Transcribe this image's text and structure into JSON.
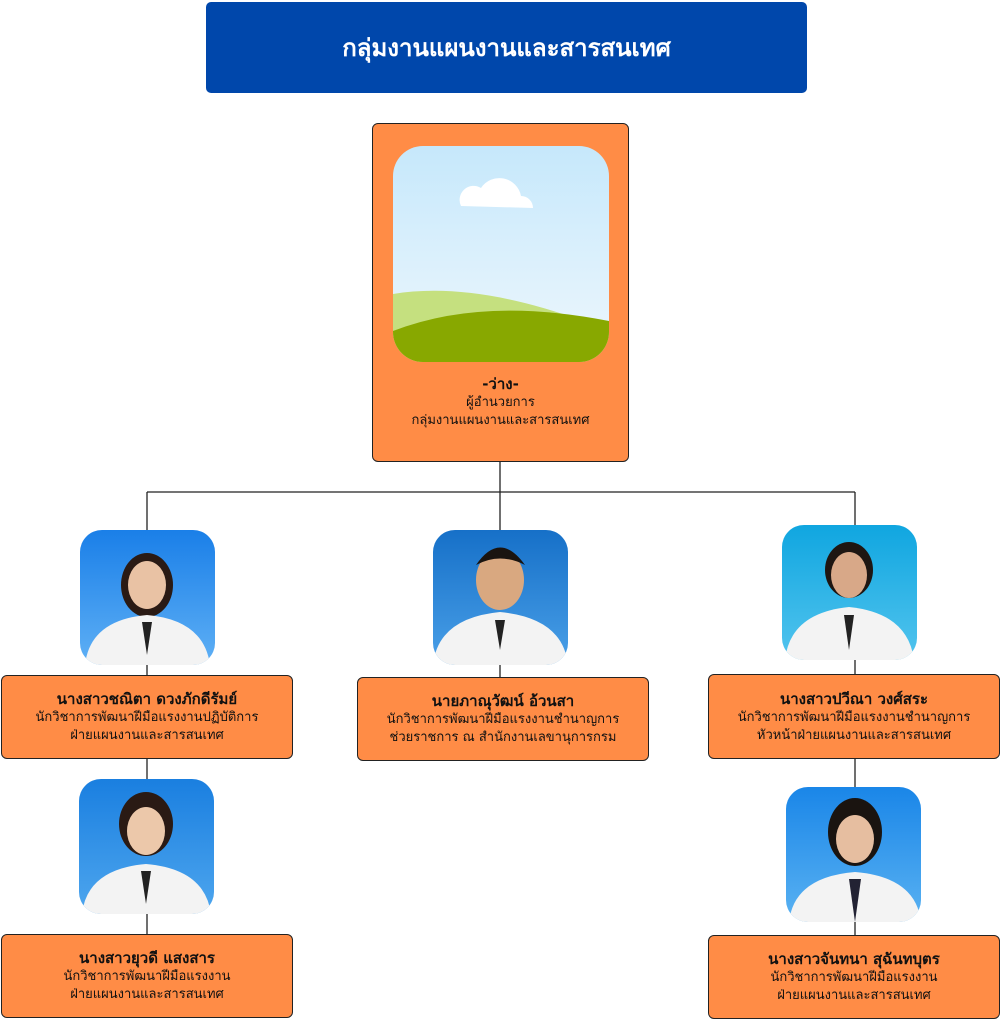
{
  "title": "กลุ่มงานแผนงานและสารสนเทศ",
  "head": {
    "name": "-ว่าง-",
    "position": "ผู้อำนวยการ",
    "unit": "กลุ่มงานแผนงานและสารสนเทศ",
    "photo_icon": "image-placeholder-icon"
  },
  "staff": [
    {
      "name": "นางสาวชณิตา ดวงภักดีรัมย์",
      "position": "นักวิชาการพัฒนาฝีมือแรงงานปฏิบัติการ",
      "unit": "ฝ่ายแผนงานและสารสนเทศ"
    },
    {
      "name": "นายภาณุวัฒน์ อ้วนสา",
      "position": "นักวิชาการพัฒนาฝีมือแรงงานชำนาญการ",
      "unit": "ช่วยราชการ ณ สำนักงานเลขานุการกรม"
    },
    {
      "name": "นางสาวปวีณา วงศ์สระ",
      "position": "นักวิชาการพัฒนาฝีมือแรงงานชำนาญการ",
      "unit": "หัวหน้าฝ่ายแผนงานและสารสนเทศ"
    },
    {
      "name": "นางสาวยุวดี แสงสาร",
      "position": "นักวิชาการพัฒนาฝีมือแรงงาน",
      "unit": "ฝ่ายแผนงานและสารสนเทศ"
    },
    {
      "name": "นางสาวจันทนา สุฉันทบุตร",
      "position": "นักวิชาการพัฒนาฝีมือแรงงาน",
      "unit": "ฝ่ายแผนงานและสารสนเทศ"
    }
  ],
  "colors": {
    "title_bg": "#0047ab",
    "card_bg": "#ff8c46",
    "photo_bg": "#1e88e5"
  }
}
